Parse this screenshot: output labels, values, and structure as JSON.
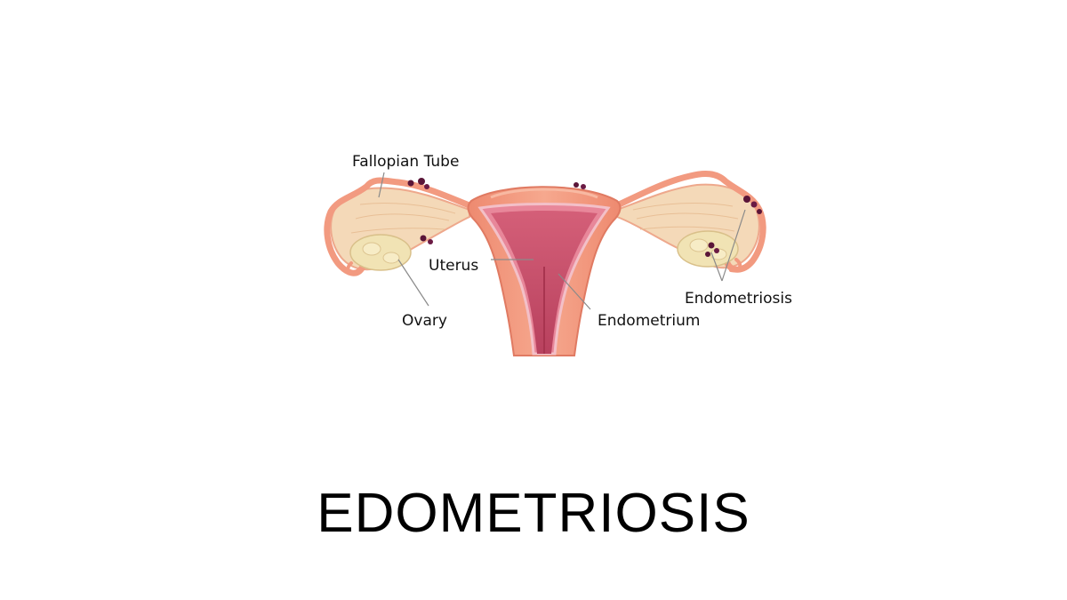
{
  "diagram": {
    "labels": {
      "fallopian_tube": "Fallopian Tube",
      "uterus": "Uterus",
      "ovary": "Ovary",
      "endometrium": "Endometrium",
      "endometriosis": "Endometriosis"
    }
  },
  "title": "EDOMETRIOSIS",
  "colors": {
    "uterus_wall": "#f2957b",
    "uterus_wall_dark": "#e07a62",
    "cavity": "#c9506a",
    "cavity_light": "#e8879a",
    "tube_fill": "#f4d9b8",
    "tube_edge": "#f0a48a",
    "ovary": "#f1e3b4",
    "lesion": "#5a1538"
  }
}
